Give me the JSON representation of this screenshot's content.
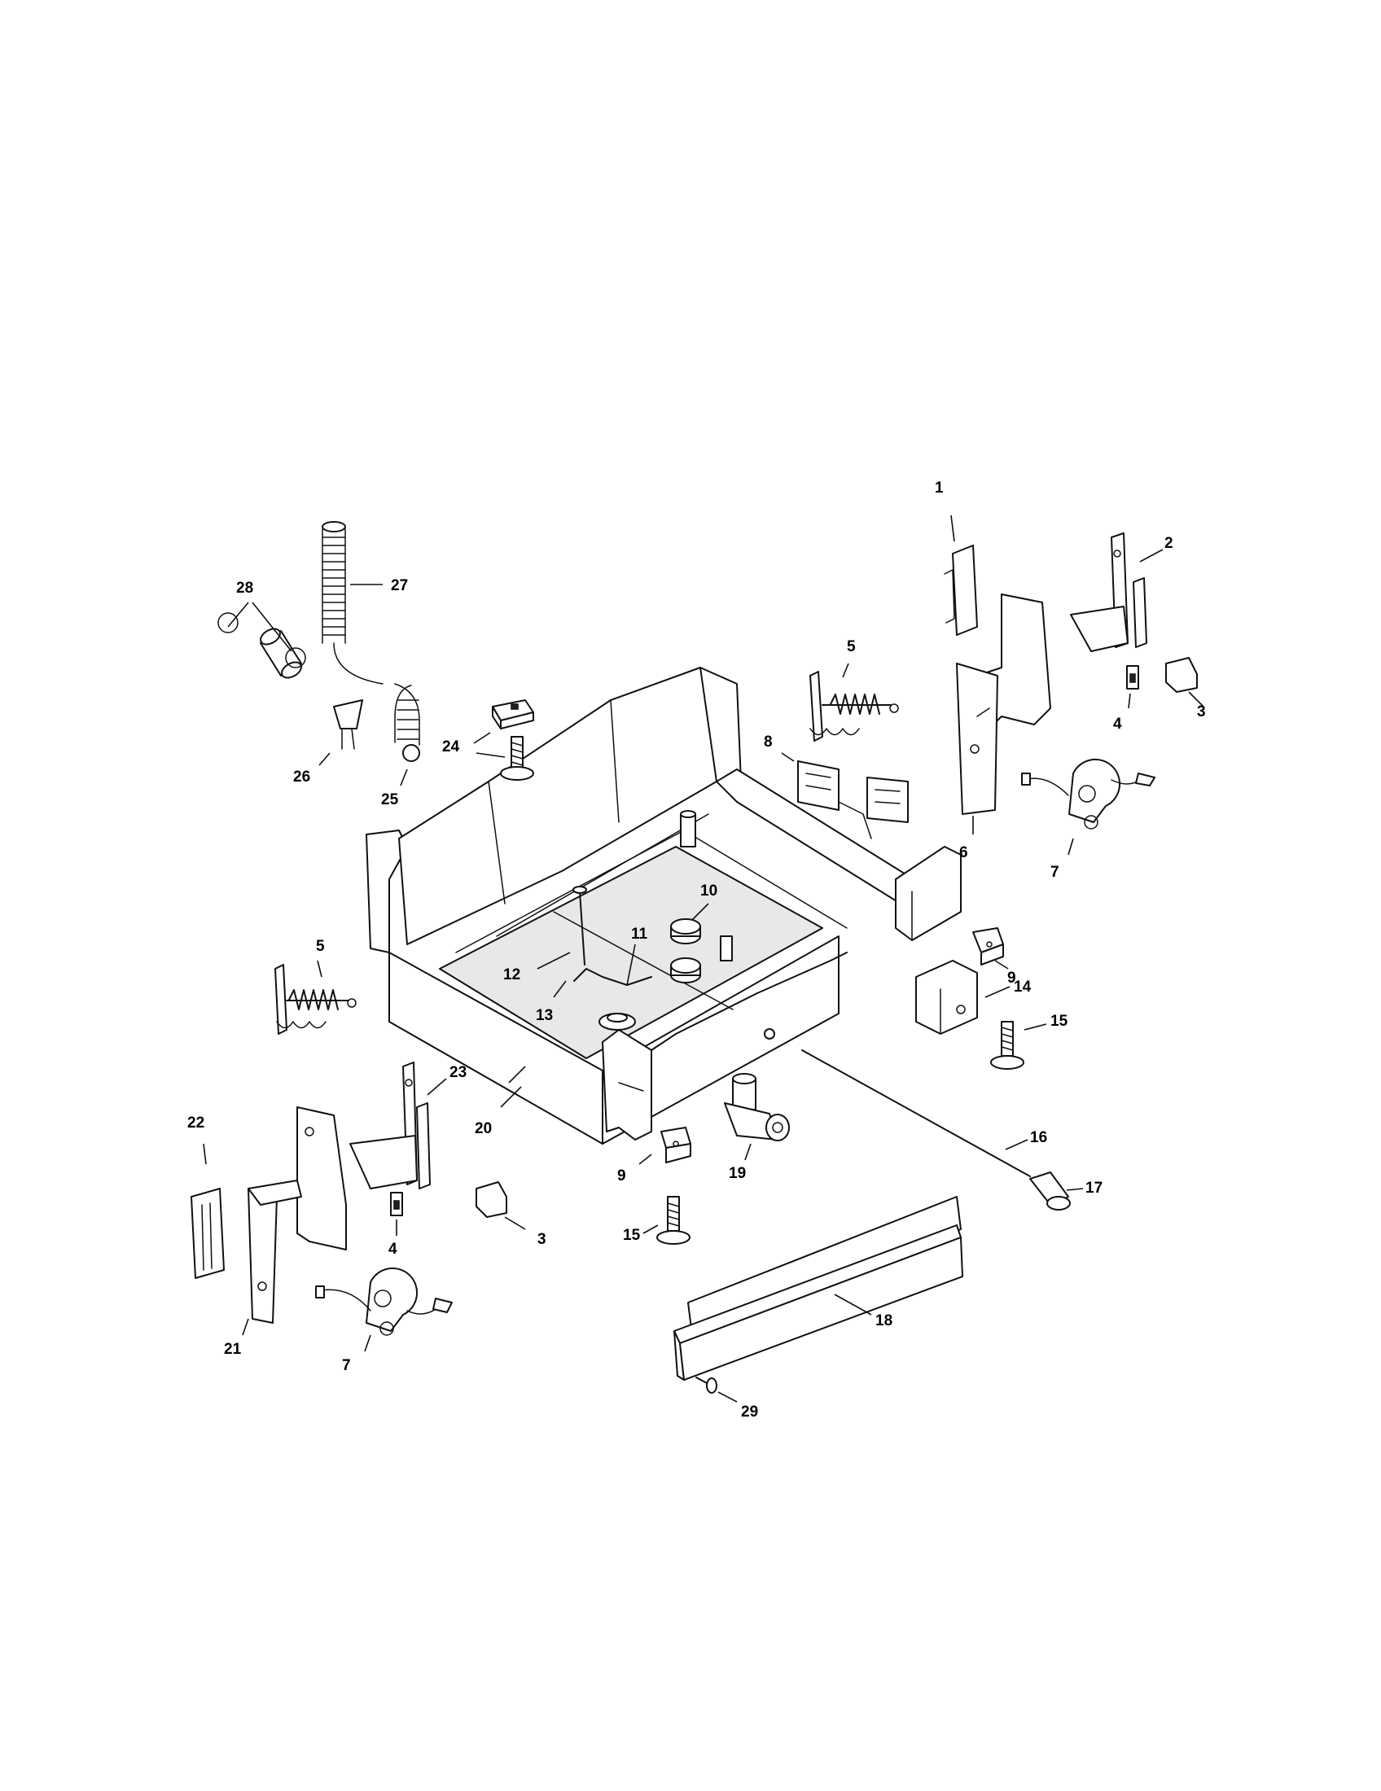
{
  "diagram": {
    "labels": {
      "l1": "1",
      "l2": "2",
      "l3a": "3",
      "l3b": "3",
      "l4a": "4",
      "l4b": "4",
      "l5a": "5",
      "l5b": "5",
      "l6": "6",
      "l7a": "7",
      "l7b": "7",
      "l8": "8",
      "l9a": "9",
      "l9b": "9",
      "l10": "10",
      "l11": "11",
      "l12": "12",
      "l13": "13",
      "l14": "14",
      "l15a": "15",
      "l15b": "15",
      "l16": "16",
      "l17": "17",
      "l18": "18",
      "l19": "19",
      "l20": "20",
      "l21": "21",
      "l22": "22",
      "l23": "23",
      "l24": "24",
      "l25": "25",
      "l26": "26",
      "l27": "27",
      "l28": "28",
      "l29": "29"
    }
  }
}
